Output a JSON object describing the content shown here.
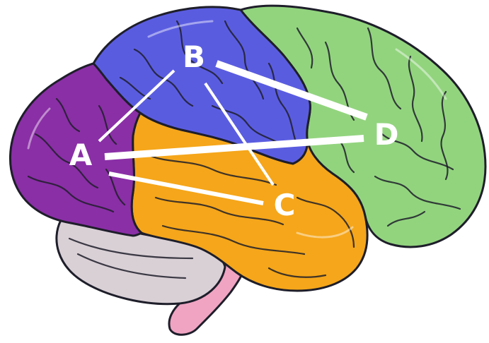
{
  "diagram": {
    "nodes": [
      {
        "id": "A",
        "label": "A",
        "region": "occipital",
        "color": "#8a2fa6"
      },
      {
        "id": "B",
        "label": "B",
        "region": "parietal",
        "color": "#5a5ce0"
      },
      {
        "id": "C",
        "label": "C",
        "region": "temporal",
        "color": "#f5a61a"
      },
      {
        "id": "D",
        "label": "D",
        "region": "frontal",
        "color": "#92d47e"
      }
    ],
    "connections": [
      {
        "from": "A",
        "to": "B",
        "weight": "thin"
      },
      {
        "from": "A",
        "to": "C",
        "weight": "medium"
      },
      {
        "from": "A",
        "to": "D",
        "weight": "thick"
      },
      {
        "from": "B",
        "to": "C",
        "weight": "thin"
      },
      {
        "from": "B",
        "to": "D",
        "weight": "thick"
      }
    ],
    "other_regions": {
      "cerebellum_color": "#d9d0d6",
      "brainstem_color": "#f0a4c2",
      "outline_color": "#1e1e2a",
      "line_color": "#ffffff"
    }
  }
}
